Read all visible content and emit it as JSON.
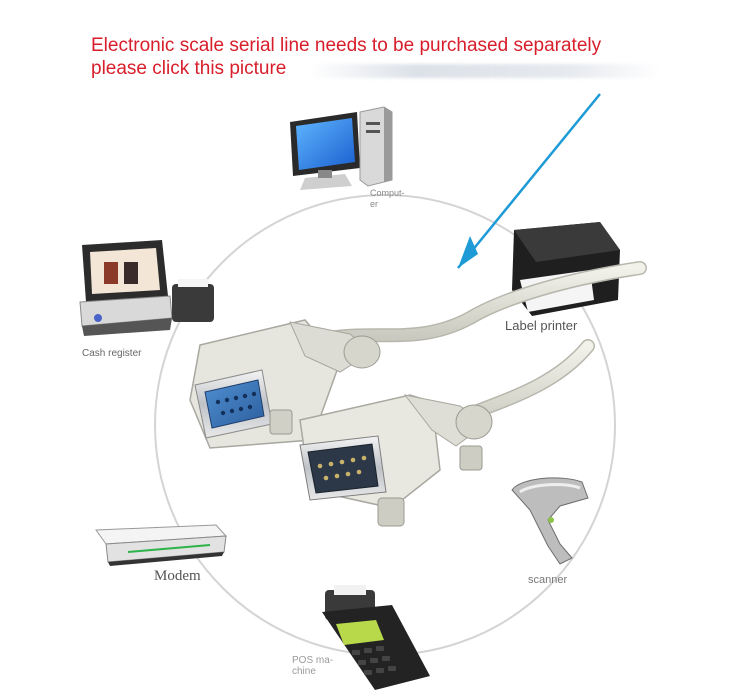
{
  "notice": {
    "line1": "Electronic scale serial line needs to be purchased separately",
    "line2": "please click this picture"
  },
  "devices": {
    "computer": {
      "line1": "Comput-",
      "line2": "er"
    },
    "label_printer": {
      "label": "Label printer"
    },
    "cash_register": {
      "label": "Cash register"
    },
    "modem": {
      "label": "Modem"
    },
    "scanner": {
      "label": "scanner"
    },
    "pos_machine": {
      "line1": "POS ma-",
      "line2": "chine"
    }
  },
  "colors": {
    "notice_text": "#d81e2b",
    "pointer_arrow": "#1e9bd6",
    "cable": "#e6e6dc",
    "ring": "#d0d0d0"
  }
}
